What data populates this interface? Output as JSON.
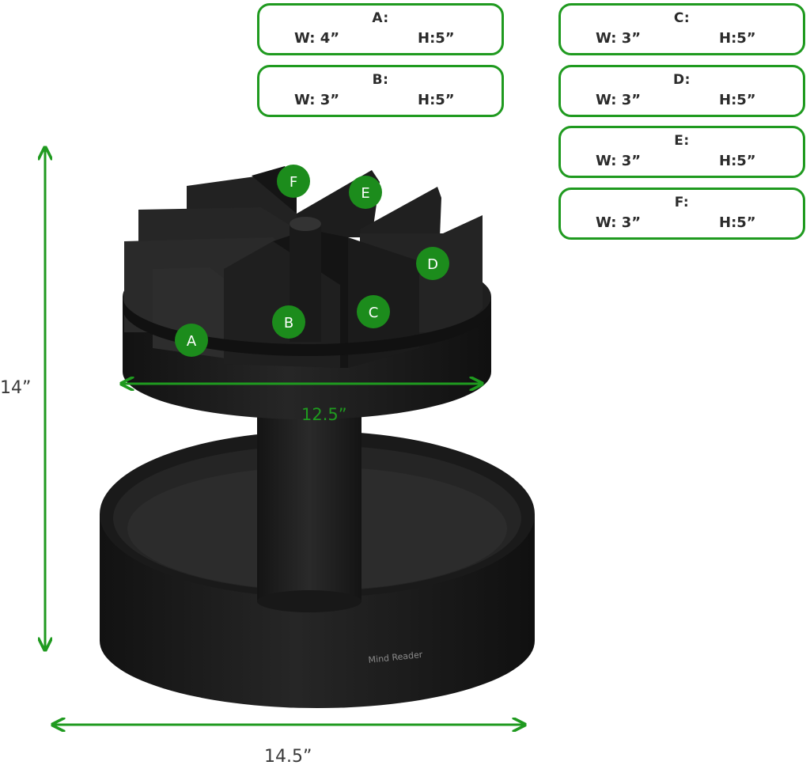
{
  "compartments": [
    {
      "id": "A",
      "label": "A:",
      "width": "W: 4”",
      "height": "H:5”"
    },
    {
      "id": "B",
      "label": "B:",
      "width": "W: 3”",
      "height": "H:5”"
    },
    {
      "id": "C",
      "label": "C:",
      "width": "W: 3”",
      "height": "H:5”"
    },
    {
      "id": "D",
      "label": "D:",
      "width": "W: 3”",
      "height": "H:5”"
    },
    {
      "id": "E",
      "label": "E:",
      "width": "W: 3”",
      "height": "H:5”"
    },
    {
      "id": "F",
      "label": "F:",
      "width": "W: 3”",
      "height": "H:5”"
    }
  ],
  "markers": [
    "A",
    "B",
    "C",
    "D",
    "E",
    "F"
  ],
  "dimensions": {
    "height": "14”",
    "top_diameter": "12.5”",
    "base_diameter": "14.5”"
  },
  "brand": "Mind Reader",
  "colors": {
    "accent_green": "#1f9a1f",
    "marker_green": "#1c8c1c",
    "product_black": "#1c1c1c"
  }
}
